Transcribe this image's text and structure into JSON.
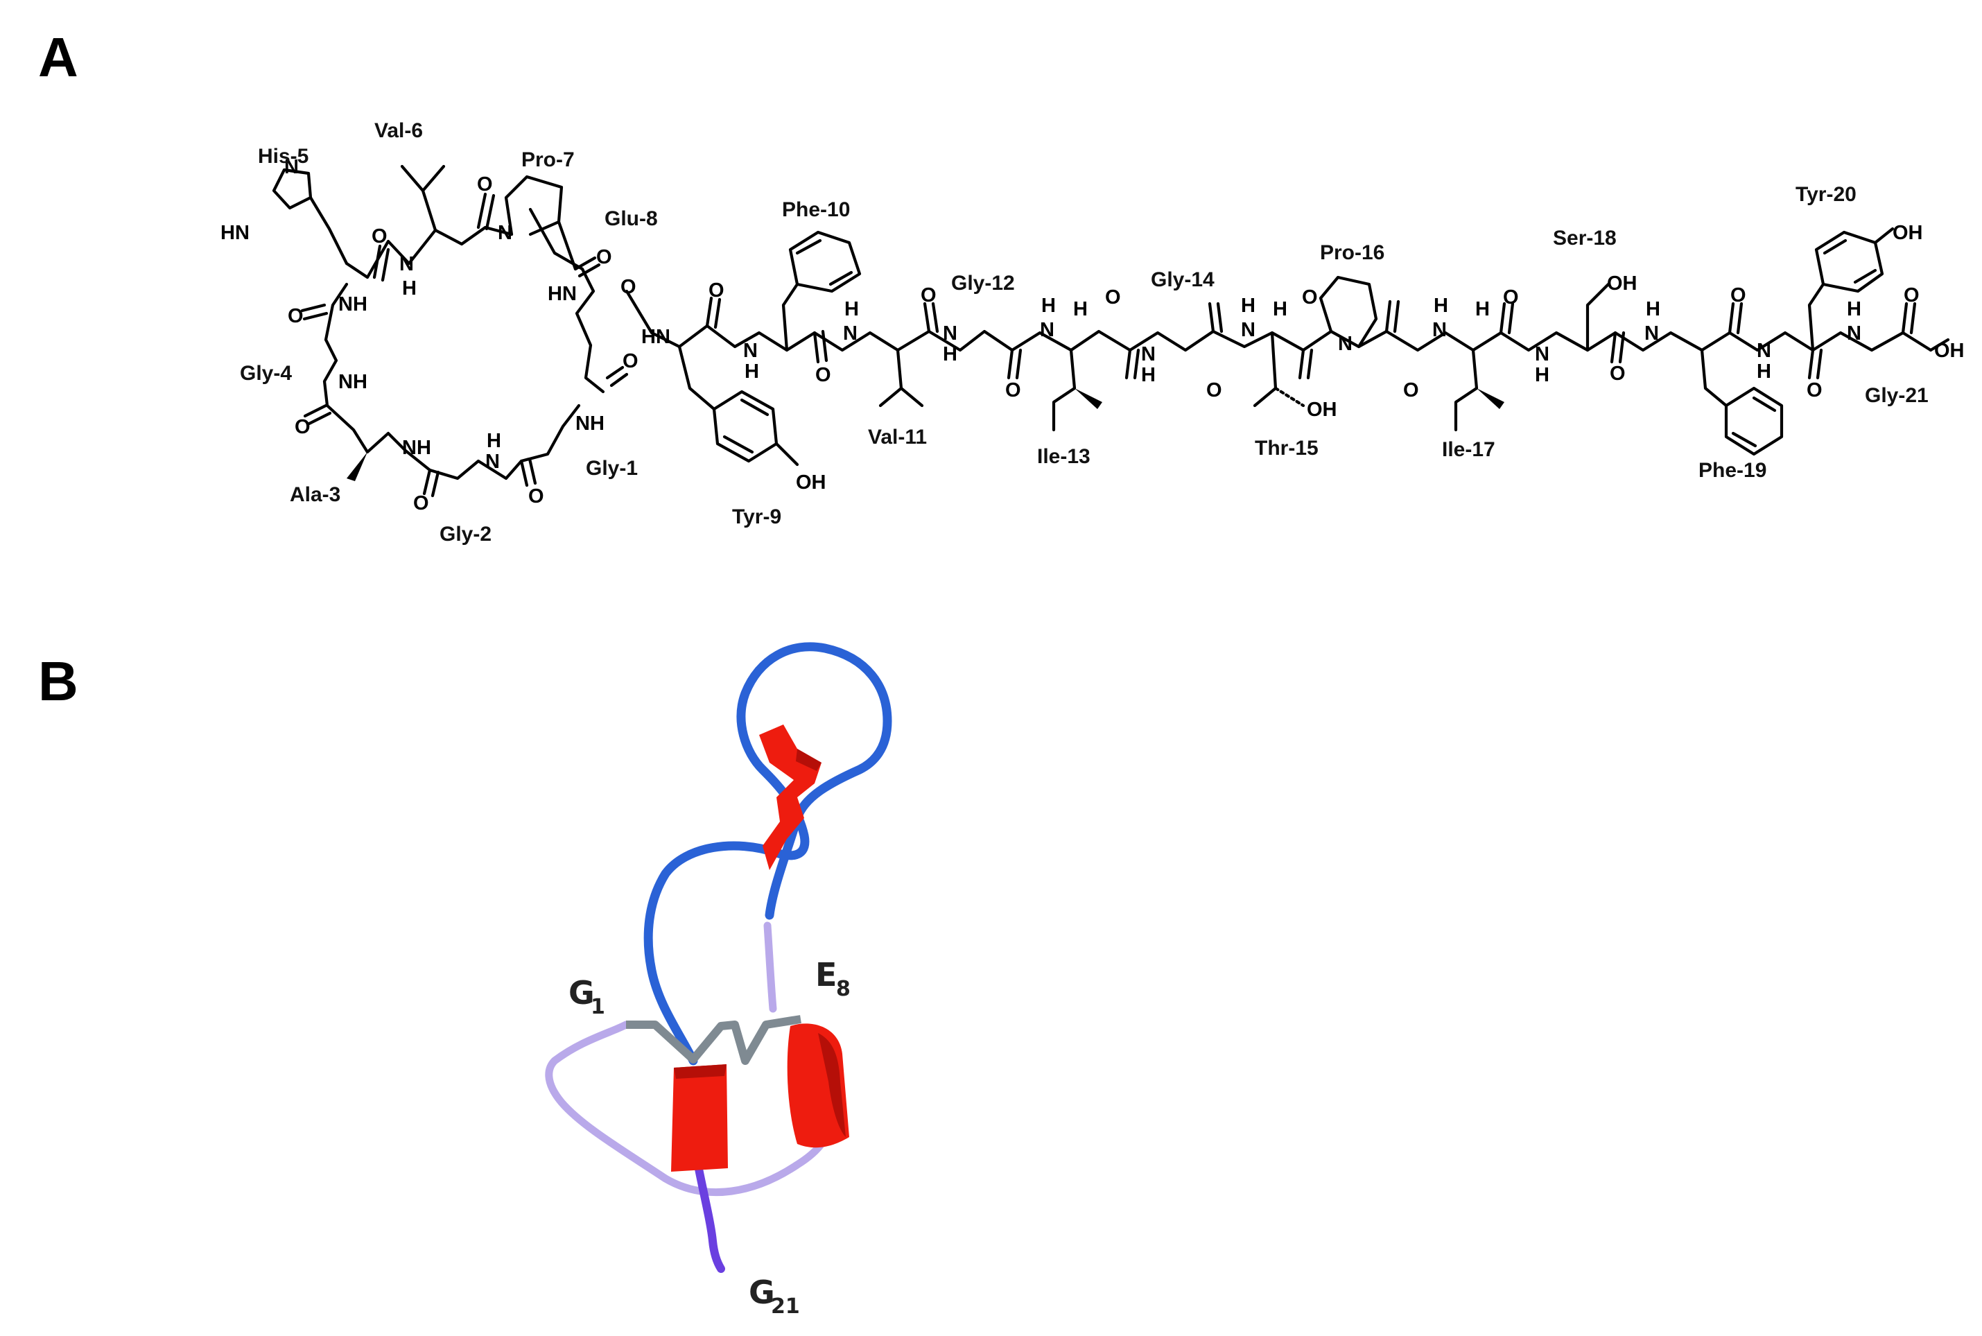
{
  "panels": {
    "a": {
      "letter": "A"
    },
    "b": {
      "letter": "B"
    }
  },
  "residues": {
    "his5": "His-5",
    "val6": "Val-6",
    "pro7": "Pro-7",
    "glu8": "Glu-8",
    "gly4": "Gly-4",
    "ala3": "Ala-3",
    "gly2": "Gly-2",
    "gly1": "Gly-1",
    "tyr9": "Tyr-9",
    "phe10": "Phe-10",
    "val11": "Val-11",
    "gly12": "Gly-12",
    "ile13": "Ile-13",
    "gly14": "Gly-14",
    "thr15": "Thr-15",
    "pro16": "Pro-16",
    "ile17": "Ile-17",
    "ser18": "Ser-18",
    "phe19": "Phe-19",
    "tyr20": "Tyr-20",
    "gly21": "Gly-21"
  },
  "atoms": {
    "n": "N",
    "hn": "HN",
    "nh": "NH",
    "h": "H",
    "o": "O",
    "oh": "OH",
    "ooh": "OH"
  },
  "structure_labels": {
    "g1": {
      "base": "G",
      "sub": "1"
    },
    "e8": {
      "base": "E",
      "sub": "8"
    },
    "g21": {
      "base": "G",
      "sub": "21"
    }
  },
  "colors": {
    "loop_blue": "#2a62d6",
    "loop_lavender": "#b9a9ea",
    "tail_purple": "#6a3fe0",
    "sheet_red": "#ee1c0f",
    "sheet_dark": "#b50f08",
    "disulfide_gray": "#7f8a92"
  }
}
